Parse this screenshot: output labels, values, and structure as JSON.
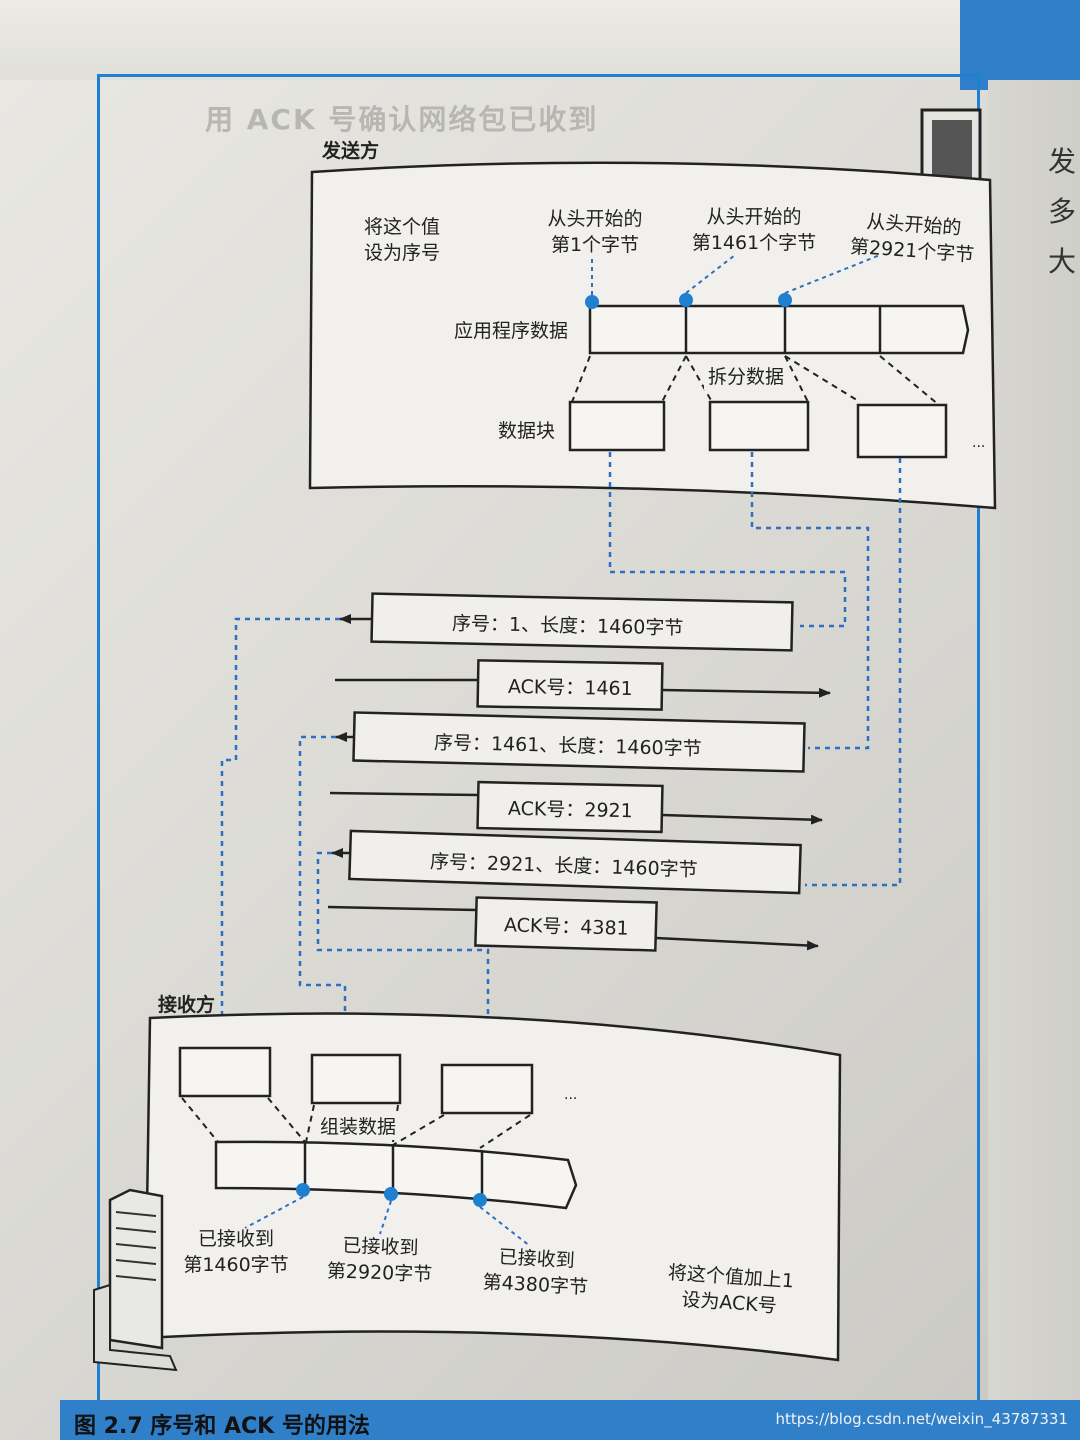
{
  "book_page": {
    "right_page_chars": [
      "发",
      "多",
      "大"
    ],
    "ghost_heading": "用 ACK 号确认网络包已收到"
  },
  "figure": {
    "sender": {
      "label": "发送方",
      "seq_note": "将这个值\n设为序号",
      "byte_markers": [
        "从头开始的\n第1个字节",
        "从头开始的\n第1461个字节",
        "从头开始的\n第2921个字节"
      ],
      "app_data_label": "应用程序数据",
      "split_label": "拆分数据",
      "blocks_label": "数据块",
      "ellipsis": "..."
    },
    "messages": [
      {
        "text": "序号：1、长度：1460字节",
        "direction": "left"
      },
      {
        "text": "ACK号：1461",
        "direction": "right"
      },
      {
        "text": "序号：1461、长度：1460字节",
        "direction": "left"
      },
      {
        "text": "ACK号：2921",
        "direction": "right"
      },
      {
        "text": "序号：2921、长度：1460字节",
        "direction": "left"
      },
      {
        "text": "ACK号：4381",
        "direction": "right"
      }
    ],
    "receiver": {
      "label": "接收方",
      "assemble_label": "组装数据",
      "ellipsis": "...",
      "received_markers": [
        "已接收到\n第1460字节",
        "已接收到\n第2920字节",
        "已接收到\n第4380字节"
      ],
      "ack_note": "将这个值加上1\n设为ACK号"
    },
    "caption": "图 2.7   序号和 ACK 号的用法",
    "colors": {
      "accent": "#1f7fd1",
      "line": "#222222",
      "dash": "#2f6fbf"
    }
  },
  "watermark": "https://blog.csdn.net/weixin_43787331"
}
